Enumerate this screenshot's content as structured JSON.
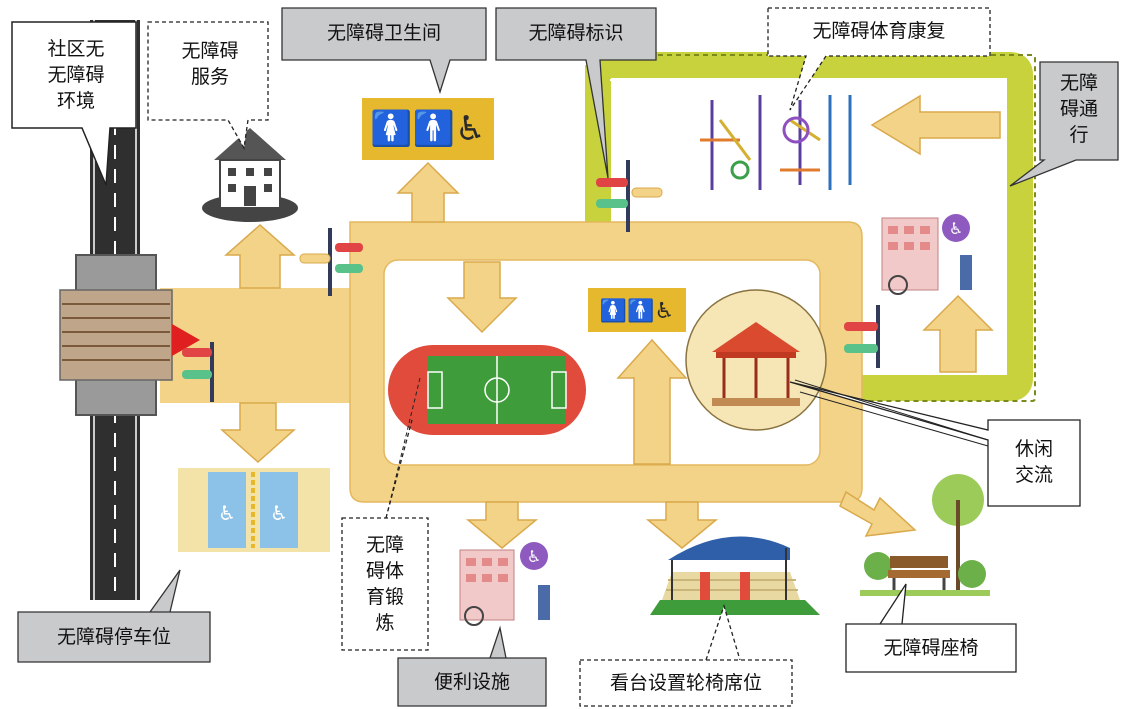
{
  "labels": {
    "community_env": [
      "社区无",
      "无障碍",
      "环境"
    ],
    "service": [
      "无障碍",
      "服务"
    ],
    "toilet": "无障碍卫生间",
    "signage": "无障碍标识",
    "sports_rehab": "无障碍体育康复",
    "passage": [
      "无障",
      "碍通",
      "行"
    ],
    "leisure": [
      "休闲",
      "交流"
    ],
    "exercise": [
      "无障",
      "碍体",
      "育锻",
      "炼"
    ],
    "parking": "无障碍停车位",
    "facilities": "便利设施",
    "wheelchair_seats": "看台设置轮椅席位",
    "bench": "无障碍座椅"
  },
  "colors": {
    "path": "#F3D387",
    "path_edge": "#E4B85F",
    "greenway": "#C8D23C",
    "callout_gray": "#C9CACB",
    "track_red": "#E04B3C",
    "field_green": "#3E9C3B",
    "toilet_sign": "#E6B82E"
  }
}
